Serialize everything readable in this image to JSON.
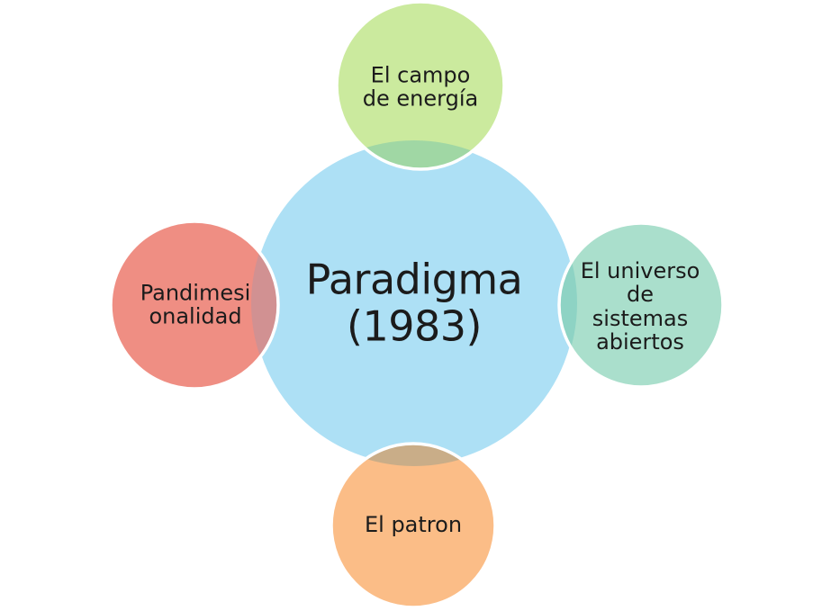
{
  "diagram": {
    "background": "#FFFFFF",
    "outline_color": "#FFFFFF",
    "text_color": "#1B1B1B",
    "center": {
      "label": "Paradigma\n(1983)",
      "color": "#ADE0F5"
    },
    "nodes": [
      {
        "position": "top",
        "label": "El campo\nde energía",
        "color": "#CBEA9E",
        "overlap_color": "#A0D7A4"
      },
      {
        "position": "right",
        "label": "El universo\nde\nsistemas\nabiertos",
        "color": "#AADFCC",
        "overlap_color": "#8ED3C4"
      },
      {
        "position": "bottom",
        "label": "El patron",
        "color": "#FBBD87",
        "overlap_color": "#C9AD88"
      },
      {
        "position": "left",
        "label": "Pandimesi\nonalidad",
        "color": "#EF8E83",
        "overlap_color": "#D19192"
      }
    ]
  }
}
